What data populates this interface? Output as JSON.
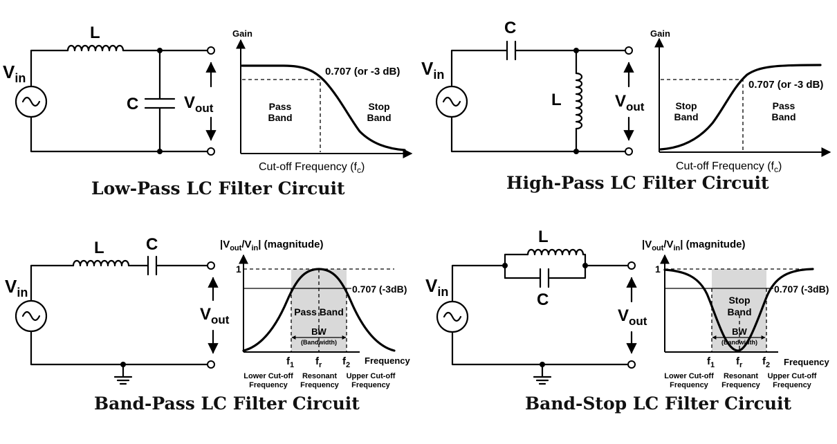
{
  "colors": {
    "ink": "#000000",
    "shade": "#d9d9d9",
    "background": "#ffffff"
  },
  "panels": {
    "lowpass": {
      "caption": "Low-Pass LC Filter Circuit",
      "L": "L",
      "C": "C",
      "vin": "V",
      "vin_sub": "in",
      "vout": "V",
      "vout_sub": "out",
      "gain_label": "Gain",
      "point_label": "0.707 (or -3 dB)",
      "pass": [
        "Pass",
        "Band"
      ],
      "stop": [
        "Stop",
        "Band"
      ],
      "x_label": "Cut-off Frequency (f",
      "x_sub": "c",
      "x_close": ")"
    },
    "highpass": {
      "caption": "High-Pass LC Filter Circuit",
      "L": "L",
      "C": "C",
      "vin": "V",
      "vin_sub": "in",
      "vout": "V",
      "vout_sub": "out",
      "gain_label": "Gain",
      "point_label": "0.707 (or -3 dB)",
      "pass": [
        "Pass",
        "Band"
      ],
      "stop": [
        "Stop",
        "Band"
      ],
      "x_label": "Cut-off Frequency (f",
      "x_sub": "c",
      "x_close": ")"
    },
    "bandpass": {
      "caption": "Band-Pass LC Filter Circuit",
      "L": "L",
      "C": "C",
      "vin": "V",
      "vin_sub": "in",
      "vout": "V",
      "vout_sub": "out",
      "y_label": [
        "|V",
        "out",
        "/V",
        "in",
        "| (magnitude)"
      ],
      "one": "1",
      "point_label": "0.707 (-3dB)",
      "band_label": "Pass Band",
      "bw": "BW",
      "bw_full": "(Bandwidth)",
      "freq": "Frequency",
      "f1": "f",
      "f1_sub": "1",
      "fr": "f",
      "fr_sub": "r",
      "f2": "f",
      "f2_sub": "2",
      "lower": [
        "Lower Cut-off",
        "Frequency"
      ],
      "resonant": [
        "Resonant",
        "Frequency"
      ],
      "upper": [
        "Upper Cut-off",
        "Frequency"
      ]
    },
    "bandstop": {
      "caption": "Band-Stop LC Filter Circuit",
      "L": "L",
      "C": "C",
      "vin": "V",
      "vin_sub": "in",
      "vout": "V",
      "vout_sub": "out",
      "y_label": [
        "|V",
        "out",
        "/V",
        "in",
        "| (magnitude)"
      ],
      "one": "1",
      "point_label": "0.707 (-3dB)",
      "band_label": [
        "Stop",
        "Band"
      ],
      "bw": "BW",
      "bw_full": "(Bandwidth)",
      "freq": "Frequency",
      "f1": "f",
      "f1_sub": "1",
      "fr": "f",
      "fr_sub": "r",
      "f2": "f",
      "f2_sub": "2",
      "lower": [
        "Lower Cut-off",
        "Frequency"
      ],
      "resonant": [
        "Resonant",
        "Frequency"
      ],
      "upper": [
        "Upper Cut-off",
        "Frequency"
      ]
    }
  }
}
